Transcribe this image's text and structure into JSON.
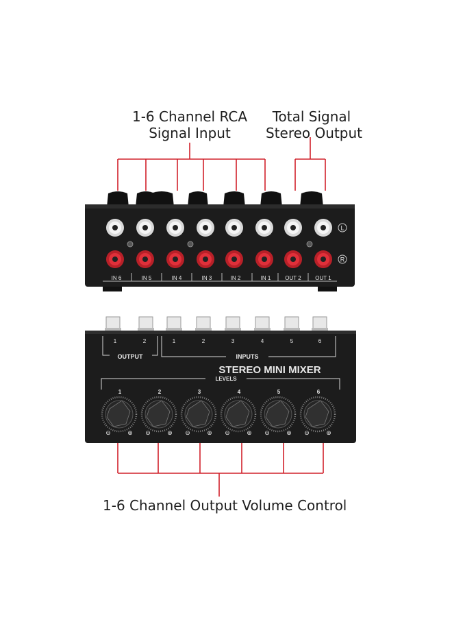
{
  "callouts": {
    "input_line1": "1-6 Channel RCA",
    "input_line2": "Signal Input",
    "output_line1": "Total Signal",
    "output_line2": "Stereo Output",
    "volume": "1-6 Channel Output Volume Control"
  },
  "back_panel": {
    "jack_labels": [
      "IN 6",
      "IN 5",
      "IN 4",
      "IN 3",
      "IN 2",
      "IN 1",
      "OUT 2",
      "OUT 1"
    ],
    "left_mark": "L",
    "right_mark": "R"
  },
  "front_panel": {
    "output_label": "OUTPUT",
    "output_numbers": [
      "1",
      "2"
    ],
    "inputs_label": "INPUTS",
    "input_numbers": [
      "1",
      "2",
      "3",
      "4",
      "5",
      "6"
    ],
    "title": "STEREO MINI MIXER",
    "levels_label": "LEVELS",
    "knob_numbers": [
      "1",
      "2",
      "3",
      "4",
      "5",
      "6"
    ],
    "minus_symbol": "⊖",
    "plus_symbol": "⊕"
  },
  "colors": {
    "annotation_line": "#d0202a",
    "panel": "#1a1a1a",
    "jack_white": "#f2f2f2",
    "jack_red": "#e0303a",
    "panel_text": "#e6e6e6"
  }
}
